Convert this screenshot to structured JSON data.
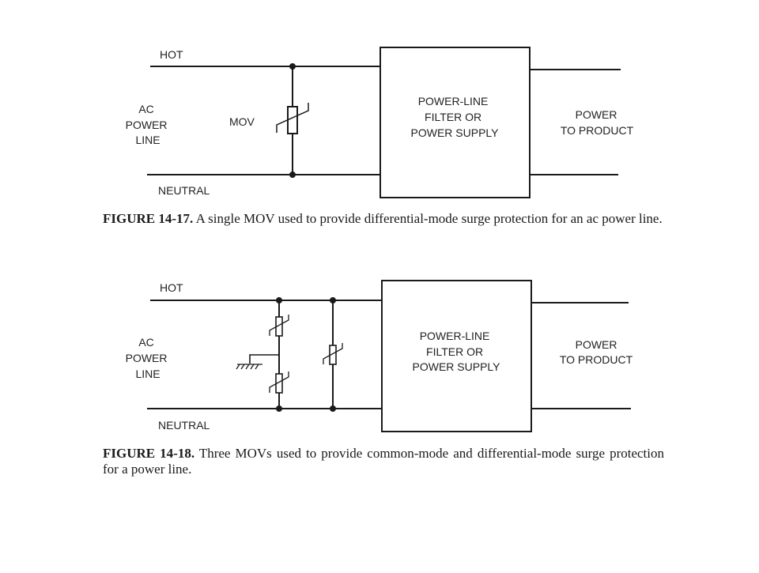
{
  "figure1": {
    "hot_label": "HOT",
    "neutral_label": "NEUTRAL",
    "ac_line": [
      "AC",
      "POWER",
      "LINE"
    ],
    "mov_label": "MOV",
    "box_lines": [
      "POWER-LINE",
      "FILTER OR",
      "POWER SUPPLY"
    ],
    "output_lines": [
      "POWER",
      "TO PRODUCT"
    ],
    "caption_number": "FIGURE 14-17.",
    "caption_text": "A single MOV used to provide differential-mode surge protection for an ac power line."
  },
  "figure2": {
    "hot_label": "HOT",
    "neutral_label": "NEUTRAL",
    "ac_line": [
      "AC",
      "POWER",
      "LINE"
    ],
    "box_lines": [
      "POWER-LINE",
      "FILTER OR",
      "POWER SUPPLY"
    ],
    "output_lines": [
      "POWER",
      "TO PRODUCT"
    ],
    "caption_number": "FIGURE 14-18.",
    "caption_text": "Three MOVs used to provide common-mode and differential-mode surge protection for a power line."
  },
  "colors": {
    "line": "#1a1a1a",
    "text": "#222222"
  }
}
